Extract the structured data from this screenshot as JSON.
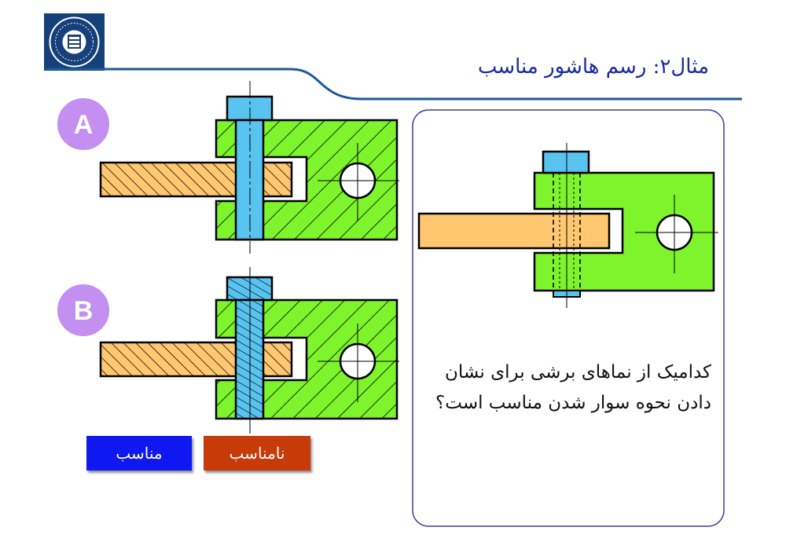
{
  "slide": {
    "title": "مثال۲: رسم هاشور مناسب",
    "question": "کدامیک از نماهای برشی برای نشان دادن نحوه سوار شدن مناسب است؟"
  },
  "options": [
    {
      "key": "A",
      "label": "A"
    },
    {
      "key": "B",
      "label": "B"
    }
  ],
  "answers": {
    "suitable": "مناسب",
    "unsuitable": "نامناسب"
  },
  "colors": {
    "title": "#1a2a9c",
    "accent_line": "#1a5a9a",
    "body_green": "#7ef42c",
    "bar_orange": "#ffc870",
    "bolt_blue": "#59c3ef",
    "badge_purple": "#c38ff0",
    "panel_border": "#3a3aa0",
    "btn_suitable": "#0f18f0",
    "btn_unsuitable": "#c73b0a"
  },
  "icons": {
    "logo": "university-seal-icon"
  }
}
